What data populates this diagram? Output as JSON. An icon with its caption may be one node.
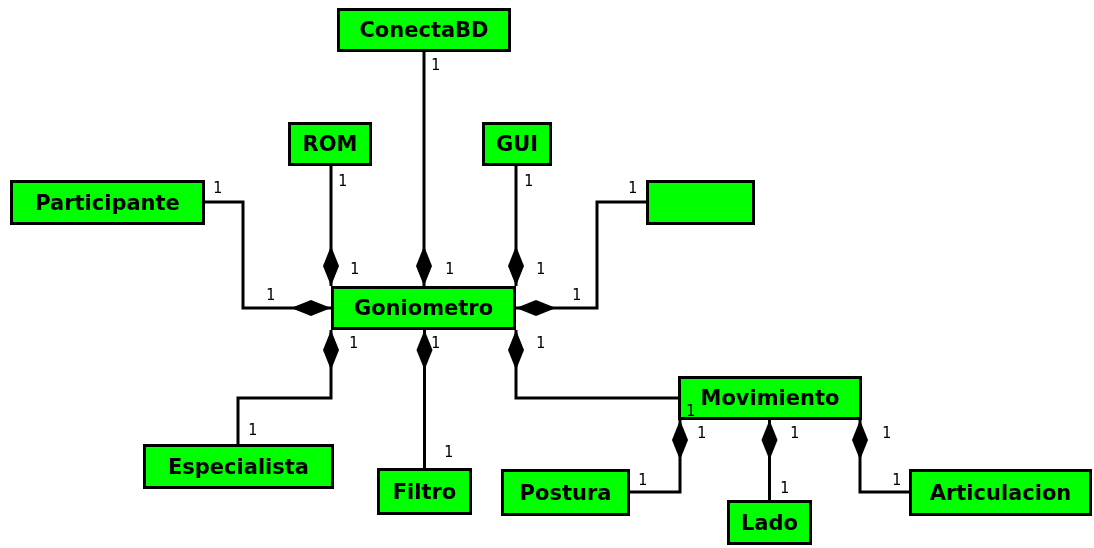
{
  "diagram": {
    "nodes": [
      {
        "text": [
          "ConectaBD"
        ]
      },
      {
        "text": [
          "ROM"
        ]
      },
      {
        "text": [
          "GUI"
        ]
      },
      {
        "text": [
          "Participante"
        ]
      },
      {
        "text": [],
        "shape": "box"
      },
      {
        "text": [
          "Goniometro"
        ]
      },
      {
        "text": [
          "Movimiento"
        ]
      },
      {
        "text": [
          "Especialista"
        ]
      },
      {
        "text": [
          "Filtro"
        ]
      },
      {
        "text": [
          "Postura"
        ]
      },
      {
        "text": [
          "Lado"
        ]
      },
      {
        "text": [
          "Articulacion"
        ]
      }
    ],
    "edges": [
      {
        "from": 0,
        "to": 5,
        "arrow": "other"
      },
      {
        "from": 1,
        "to": 5,
        "arrow": "other"
      },
      {
        "from": 2,
        "to": 5,
        "arrow": "other"
      },
      {
        "from": 3,
        "to": 5,
        "arrow": "other"
      },
      {
        "from": 4,
        "to": 5,
        "arrow": "other"
      },
      {
        "from": 7,
        "to": 5,
        "arrow": "other"
      },
      {
        "from": 8,
        "to": 5,
        "arrow": "other"
      },
      {
        "from": 6,
        "to": 5,
        "arrow": "other"
      },
      {
        "from": 9,
        "to": 6,
        "arrow": "other"
      },
      {
        "from": 10,
        "to": 6,
        "arrow": "other"
      },
      {
        "from": 11,
        "to": 6,
        "arrow": "other"
      }
    ],
    "labels": [
      "1",
      "1",
      "1",
      "1",
      "1",
      "1",
      "1",
      "1",
      "1",
      "1",
      "1",
      "1",
      "1",
      "1",
      "1",
      "1",
      "1",
      "1",
      "1",
      "1",
      "1",
      "1"
    ]
  }
}
